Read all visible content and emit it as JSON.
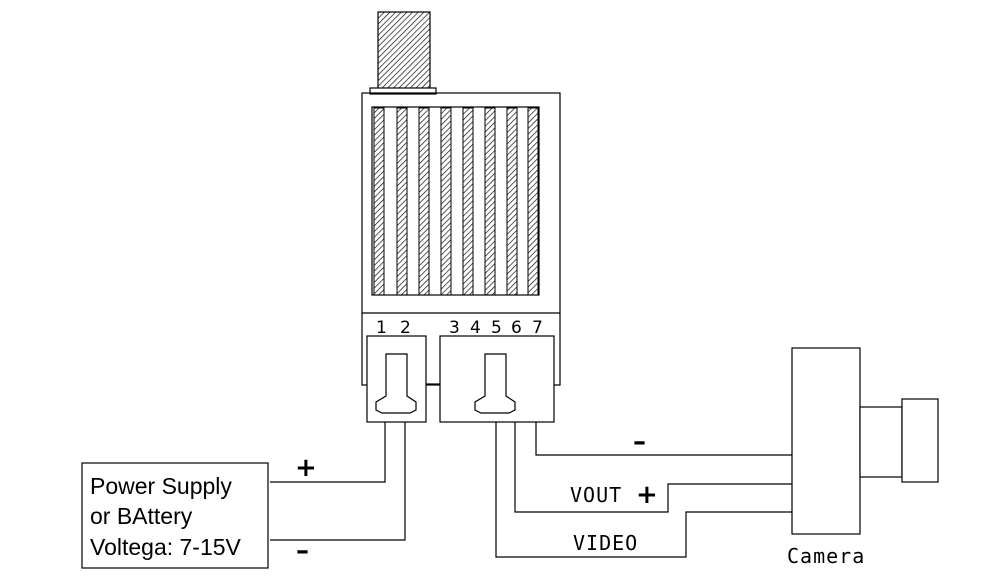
{
  "pins": {
    "power_connector": [
      "1",
      "2"
    ],
    "signal_connector": [
      "3",
      "4",
      "5",
      "6",
      "7"
    ]
  },
  "power_supply": {
    "line1": "Power Supply",
    "line2": "or BAttery",
    "line3": "Voltega: 7-15V",
    "plus": "+",
    "minus": "–"
  },
  "camera": {
    "label": "Camera",
    "minus": "–",
    "vout_label": "VOUT",
    "vout_plus": "+",
    "video_label": "VIDEO"
  },
  "colors": {
    "stroke": "#000000",
    "background": "#ffffff"
  }
}
